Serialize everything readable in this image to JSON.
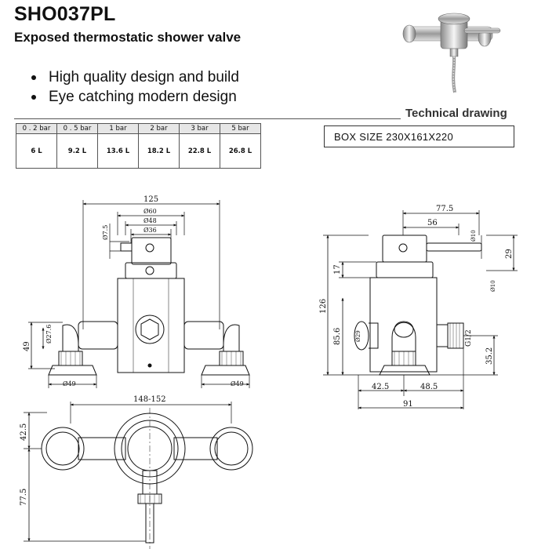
{
  "product": {
    "code": "SHO037PL",
    "subtitle": "Exposed thermostatic shower valve",
    "features": [
      "High quality design and build",
      "Eye catching modern design"
    ]
  },
  "section_title": "Technical drawing",
  "flow_table": {
    "headers": [
      "0 . 2 bar",
      "0 . 5 bar",
      "1  bar",
      "2  bar",
      "3  bar",
      "5  bar"
    ],
    "values": [
      "6  L",
      "9.2 L",
      "13.6  L",
      "18.2  L",
      "22.8  L",
      "26.8  L"
    ]
  },
  "box_size": "BOX SIZE  230X161X220",
  "dimensions": {
    "front": {
      "width": "125",
      "d60": "Ø60",
      "d48": "Ø48",
      "d36": "Ø36",
      "d7_5": "Ø7.5",
      "d27_6": "Ø27.6",
      "h49": "49",
      "foot_left": "Ø49",
      "foot_right": "Ø49"
    },
    "side": {
      "w77_5": "77.5",
      "w56": "56",
      "d10_top": "Ø10",
      "d10_bot": "Ø10",
      "h29": "29",
      "h17": "17",
      "h126": "126",
      "h85_6": "85.6",
      "d29": "Ø29",
      "thread": "G1/2",
      "h35_2": "35.2",
      "w42_5": "42.5",
      "w48_5": "48.5",
      "w91": "91"
    },
    "top": {
      "centres": "148-152",
      "h42_5": "42.5",
      "h77_5": "77.5"
    }
  }
}
